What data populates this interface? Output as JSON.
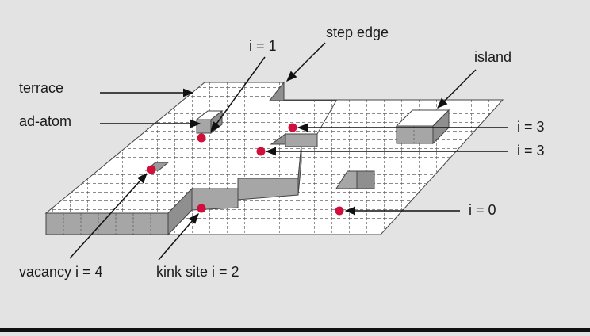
{
  "labels": {
    "terrace": "terrace",
    "ad_atom": "ad-atom",
    "step_edge": "step edge",
    "island": "island",
    "i1": "i = 1",
    "i3_upper": "i = 3",
    "i3_lower": "i = 3",
    "i0": "i = 0",
    "vacancy": "vacancy i = 4",
    "kink": "kink site i = 2"
  },
  "colors": {
    "background": "#e3e3e4",
    "grid_surface": "#ffffff",
    "grid_line": "#555555",
    "block_side": "#a6a6a6",
    "block_side_dark": "#8f8f8f",
    "atom_dot": "#d0103a",
    "arrow": "#111111"
  }
}
